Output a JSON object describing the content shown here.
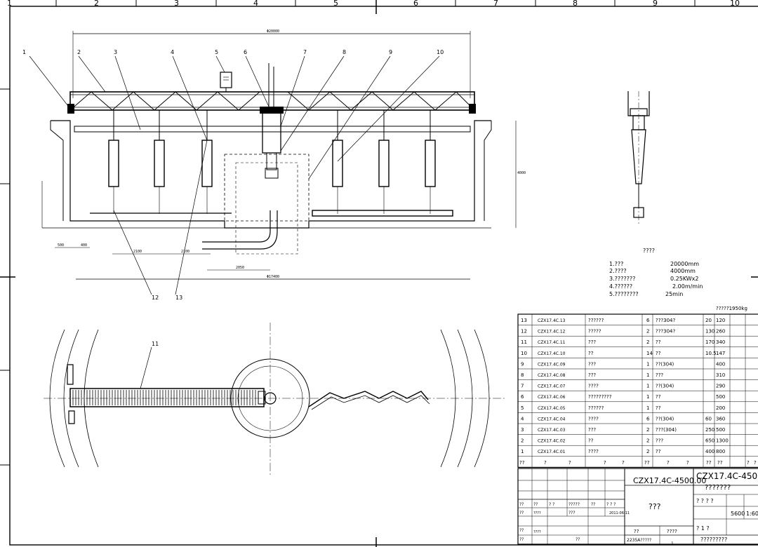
{
  "drawing": {
    "grid_columns": [
      "1",
      "2",
      "3",
      "4",
      "5",
      "6",
      "7",
      "8",
      "9",
      "10"
    ],
    "top_dimension": "Φ20000",
    "bottom_dimension": "Φ17400",
    "dim_small_1": "500",
    "dim_small_2": "400",
    "dim_2100a": "2100",
    "dim_2100b": "2100",
    "dim_2050": "2050",
    "dim_4000": "4000",
    "callouts": [
      "1",
      "2",
      "3",
      "4",
      "5",
      "6",
      "7",
      "8",
      "9",
      "10"
    ],
    "bottom_callouts": [
      "12",
      "13"
    ],
    "plan_callout": "11"
  },
  "specs": {
    "heading": "????",
    "rows": [
      {
        "label": "1.???",
        "value": "20000mm"
      },
      {
        "label": "2.????",
        "value": "4000mm"
      },
      {
        "label": "3.???????",
        "value": "0.25KWx2"
      },
      {
        "label": "4.??????",
        "value": "2.00m/min"
      },
      {
        "label": "5.????????",
        "value": "25min"
      }
    ],
    "weight": "?????1950kg"
  },
  "bom": {
    "rows": [
      {
        "no": "13",
        "code": "CZX17.4C.13",
        "name": "??????",
        "qty": "6",
        "mat": "???304?",
        "w1": "20",
        "w2": "120"
      },
      {
        "no": "12",
        "code": "CZX17.4C.12",
        "name": "?????",
        "qty": "2",
        "mat": "???304?",
        "w1": "130",
        "w2": "260"
      },
      {
        "no": "11",
        "code": "CZX17.4C.11",
        "name": "???",
        "qty": "2",
        "mat": "??",
        "w1": "170",
        "w2": "340"
      },
      {
        "no": "10",
        "code": "CZX17.4C.10",
        "name": "??",
        "qty": "14",
        "mat": "??",
        "w1": "10.5",
        "w2": "147"
      },
      {
        "no": "9",
        "code": "CZX17.4C.09",
        "name": "???",
        "qty": "1",
        "mat": "??(304)",
        "w1": "",
        "w2": "400"
      },
      {
        "no": "8",
        "code": "CZX17.4C.08",
        "name": "???",
        "qty": "1",
        "mat": "???",
        "w1": "",
        "w2": "310"
      },
      {
        "no": "7",
        "code": "CZX17.4C.07",
        "name": "????",
        "qty": "1",
        "mat": "??(304)",
        "w1": "",
        "w2": "290"
      },
      {
        "no": "6",
        "code": "CZX17.4C.06",
        "name": "?????????",
        "qty": "1",
        "mat": "??",
        "w1": "",
        "w2": "500"
      },
      {
        "no": "5",
        "code": "CZX17.4C.05",
        "name": "??????",
        "qty": "1",
        "mat": "??",
        "w1": "",
        "w2": "200"
      },
      {
        "no": "4",
        "code": "CZX17.4C.04",
        "name": "????",
        "qty": "6",
        "mat": "??(304)",
        "w1": "60",
        "w2": "360"
      },
      {
        "no": "3",
        "code": "CZX17.4C.03",
        "name": "???",
        "qty": "2",
        "mat": "???(304)",
        "w1": "250",
        "w2": "500"
      },
      {
        "no": "2",
        "code": "CZX17.4C.02",
        "name": "??",
        "qty": "2",
        "mat": "???",
        "w1": "650",
        "w2": "1300"
      },
      {
        "no": "1",
        "code": "CZX17.4C.01",
        "name": "????",
        "qty": "2",
        "mat": "??",
        "w1": "400",
        "w2": "800"
      }
    ],
    "header": [
      "??",
      "?",
      "?",
      "?",
      "?",
      "??",
      "?",
      "?",
      "??",
      "??",
      "?",
      "?"
    ]
  },
  "title_block": {
    "doc_no": "CZX17.4C-4500.00",
    "doc_no_right": "CZX17.4C-450",
    "subtitle": "???????",
    "name": "???",
    "date": "2011-06-11",
    "designer": "????",
    "checker": "????",
    "weight": "5600",
    "scale": "1:60",
    "company": "2235A?????",
    "sheet": "1",
    "org": "?????????",
    "stage_label": "? ? ? ?",
    "sheet_label": "? 1 ?",
    "sig_labels": [
      "??",
      "??",
      "? ?",
      "?????",
      "??",
      "? ? ?"
    ],
    "row2_labels": [
      "??",
      "????",
      "???"
    ],
    "row3_labels": [
      "??",
      "????",
      "??"
    ],
    "row4_labels": [
      "??",
      "??"
    ]
  }
}
